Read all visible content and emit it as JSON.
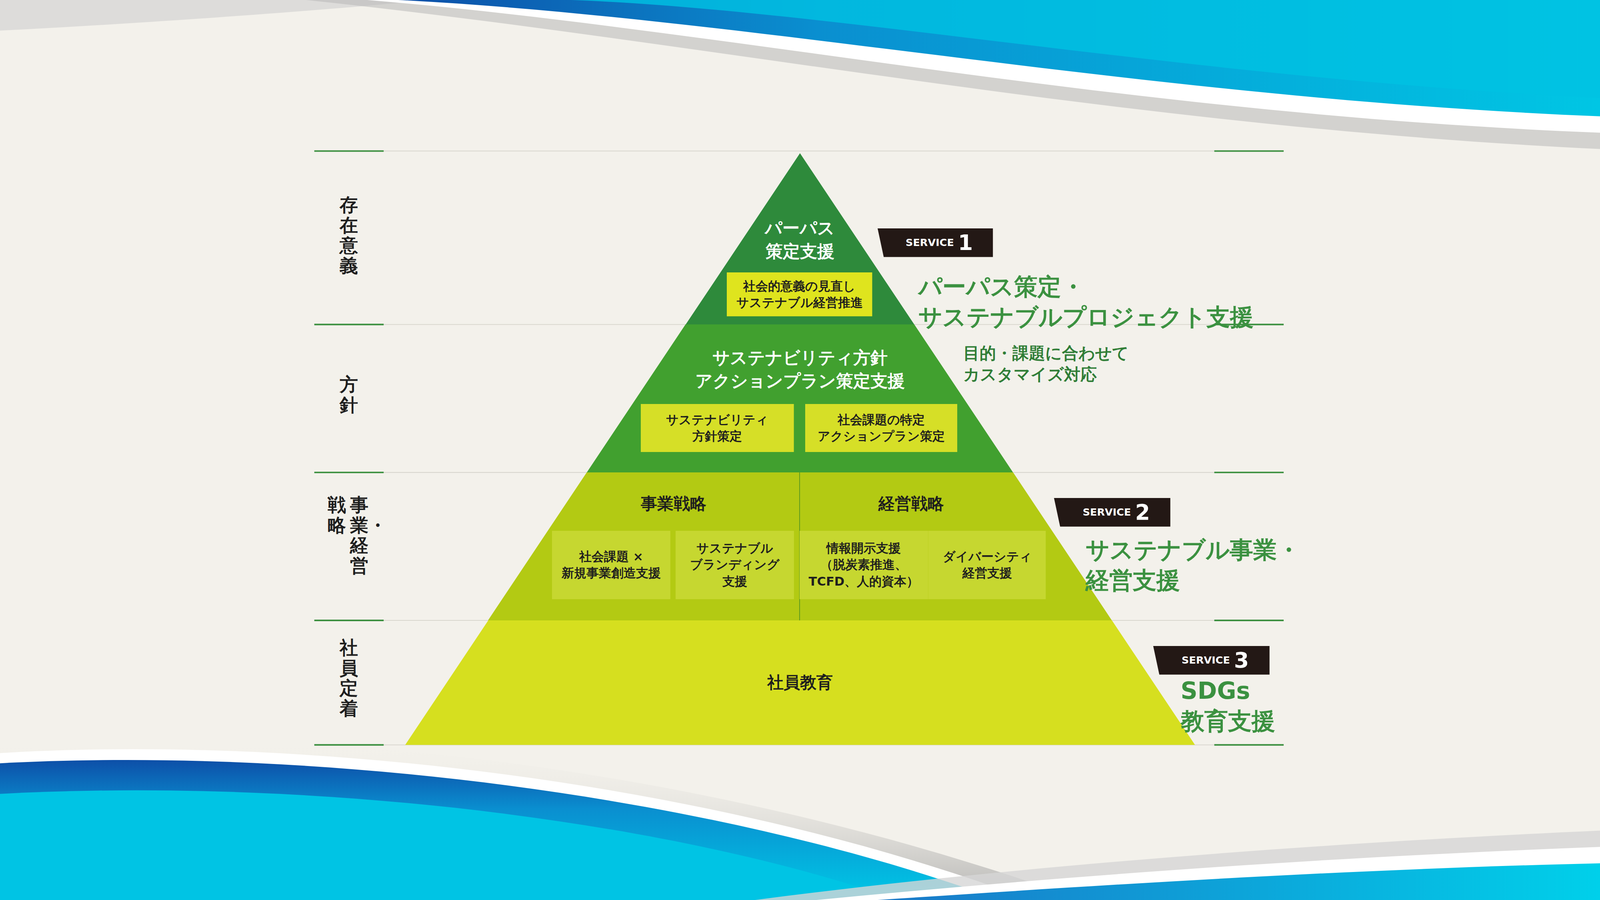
{
  "diagram": {
    "nodes": [
      {
        "text": [
          "パーパス 策定支援"
        ]
      },
      {
        "text": [
          "社会的意義の見直し サステナブル経営推進"
        ],
        "in": 0
      },
      {
        "text": [
          "サステナビリティ方針 アクションプラン策定支援"
        ]
      },
      {
        "text": [
          "サステナビリティ 方針策定"
        ],
        "in": 2
      },
      {
        "text": [
          "社会課題の特定 アクションプラン策定"
        ],
        "in": 2
      },
      {
        "text": [
          "事業戦略"
        ]
      },
      {
        "text": [
          "社会課題 × 新規事業創造支援"
        ],
        "in": 5
      },
      {
        "text": [
          "サステナブル ブランディング 支援"
        ],
        "in": 5
      },
      {
        "text": [
          "経営戦略"
        ]
      },
      {
        "text": [
          "情報開示支援 （脱炭素推進、 TCFD、人的資本）"
        ],
        "in": 8
      },
      {
        "text": [
          "ダイバーシティ 経営支援"
        ],
        "in": 8
      },
      {
        "text": [
          "社員教育"
        ]
      },
      {
        "text": [
          "SERVICE",
          "1"
        ]
      },
      {
        "text": [
          "SERVICE",
          "2"
        ]
      },
      {
        "text": [
          "SERVICE",
          "3"
        ]
      }
    ],
    "labels": [
      "存在意義",
      "方針",
      "事業・経営",
      "戦略",
      "社員定着",
      "パーパス策定・ サステナブルプロジェクト支援",
      "目的・課題に合わせて カスタマイズ対応",
      "サステナブル事業・ 経営支援",
      "SDGs 教育支援"
    ]
  }
}
